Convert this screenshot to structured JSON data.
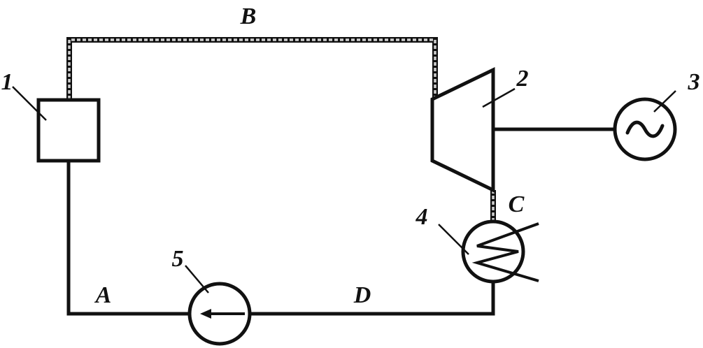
{
  "diagram": {
    "stream_labels": {
      "a": "A",
      "b": "B",
      "c": "C",
      "d": "D"
    },
    "component_labels": {
      "boiler": "1",
      "turbine": "2",
      "generator": "3",
      "condenser": "4",
      "pump": "5"
    },
    "colors": {
      "line": "#111111",
      "steam_fill": "#d0d0d0",
      "background": "#ffffff"
    }
  }
}
